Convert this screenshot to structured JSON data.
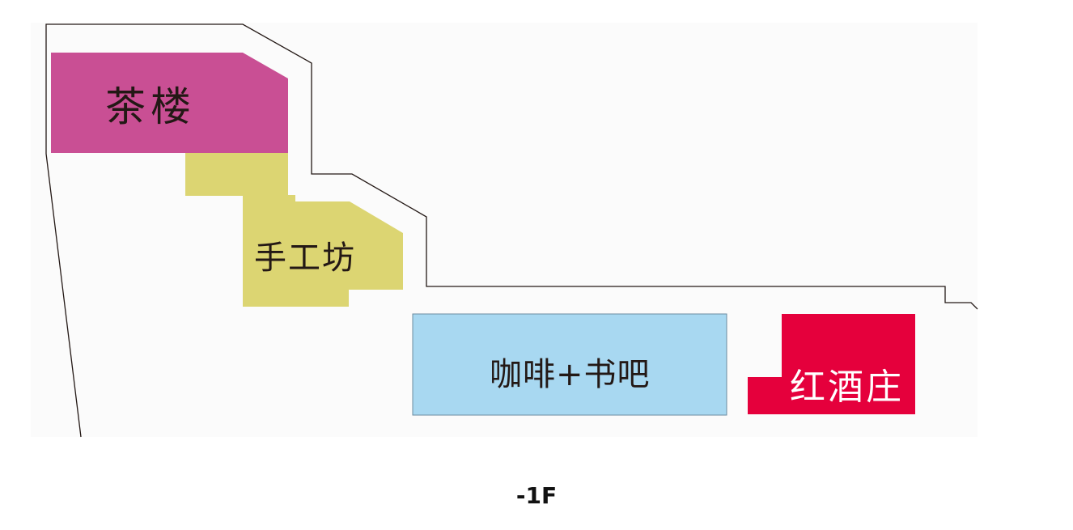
{
  "floor_label": "-1F",
  "shops": [
    {
      "name": "茶楼",
      "color": "#c94f94"
    },
    {
      "name": "手工坊",
      "color": "#dcd572"
    },
    {
      "name": "咖啡+书吧",
      "color": "#a8d8f1"
    },
    {
      "name": "红酒庄",
      "color": "#e5003c"
    }
  ],
  "outline_color": "#231815"
}
